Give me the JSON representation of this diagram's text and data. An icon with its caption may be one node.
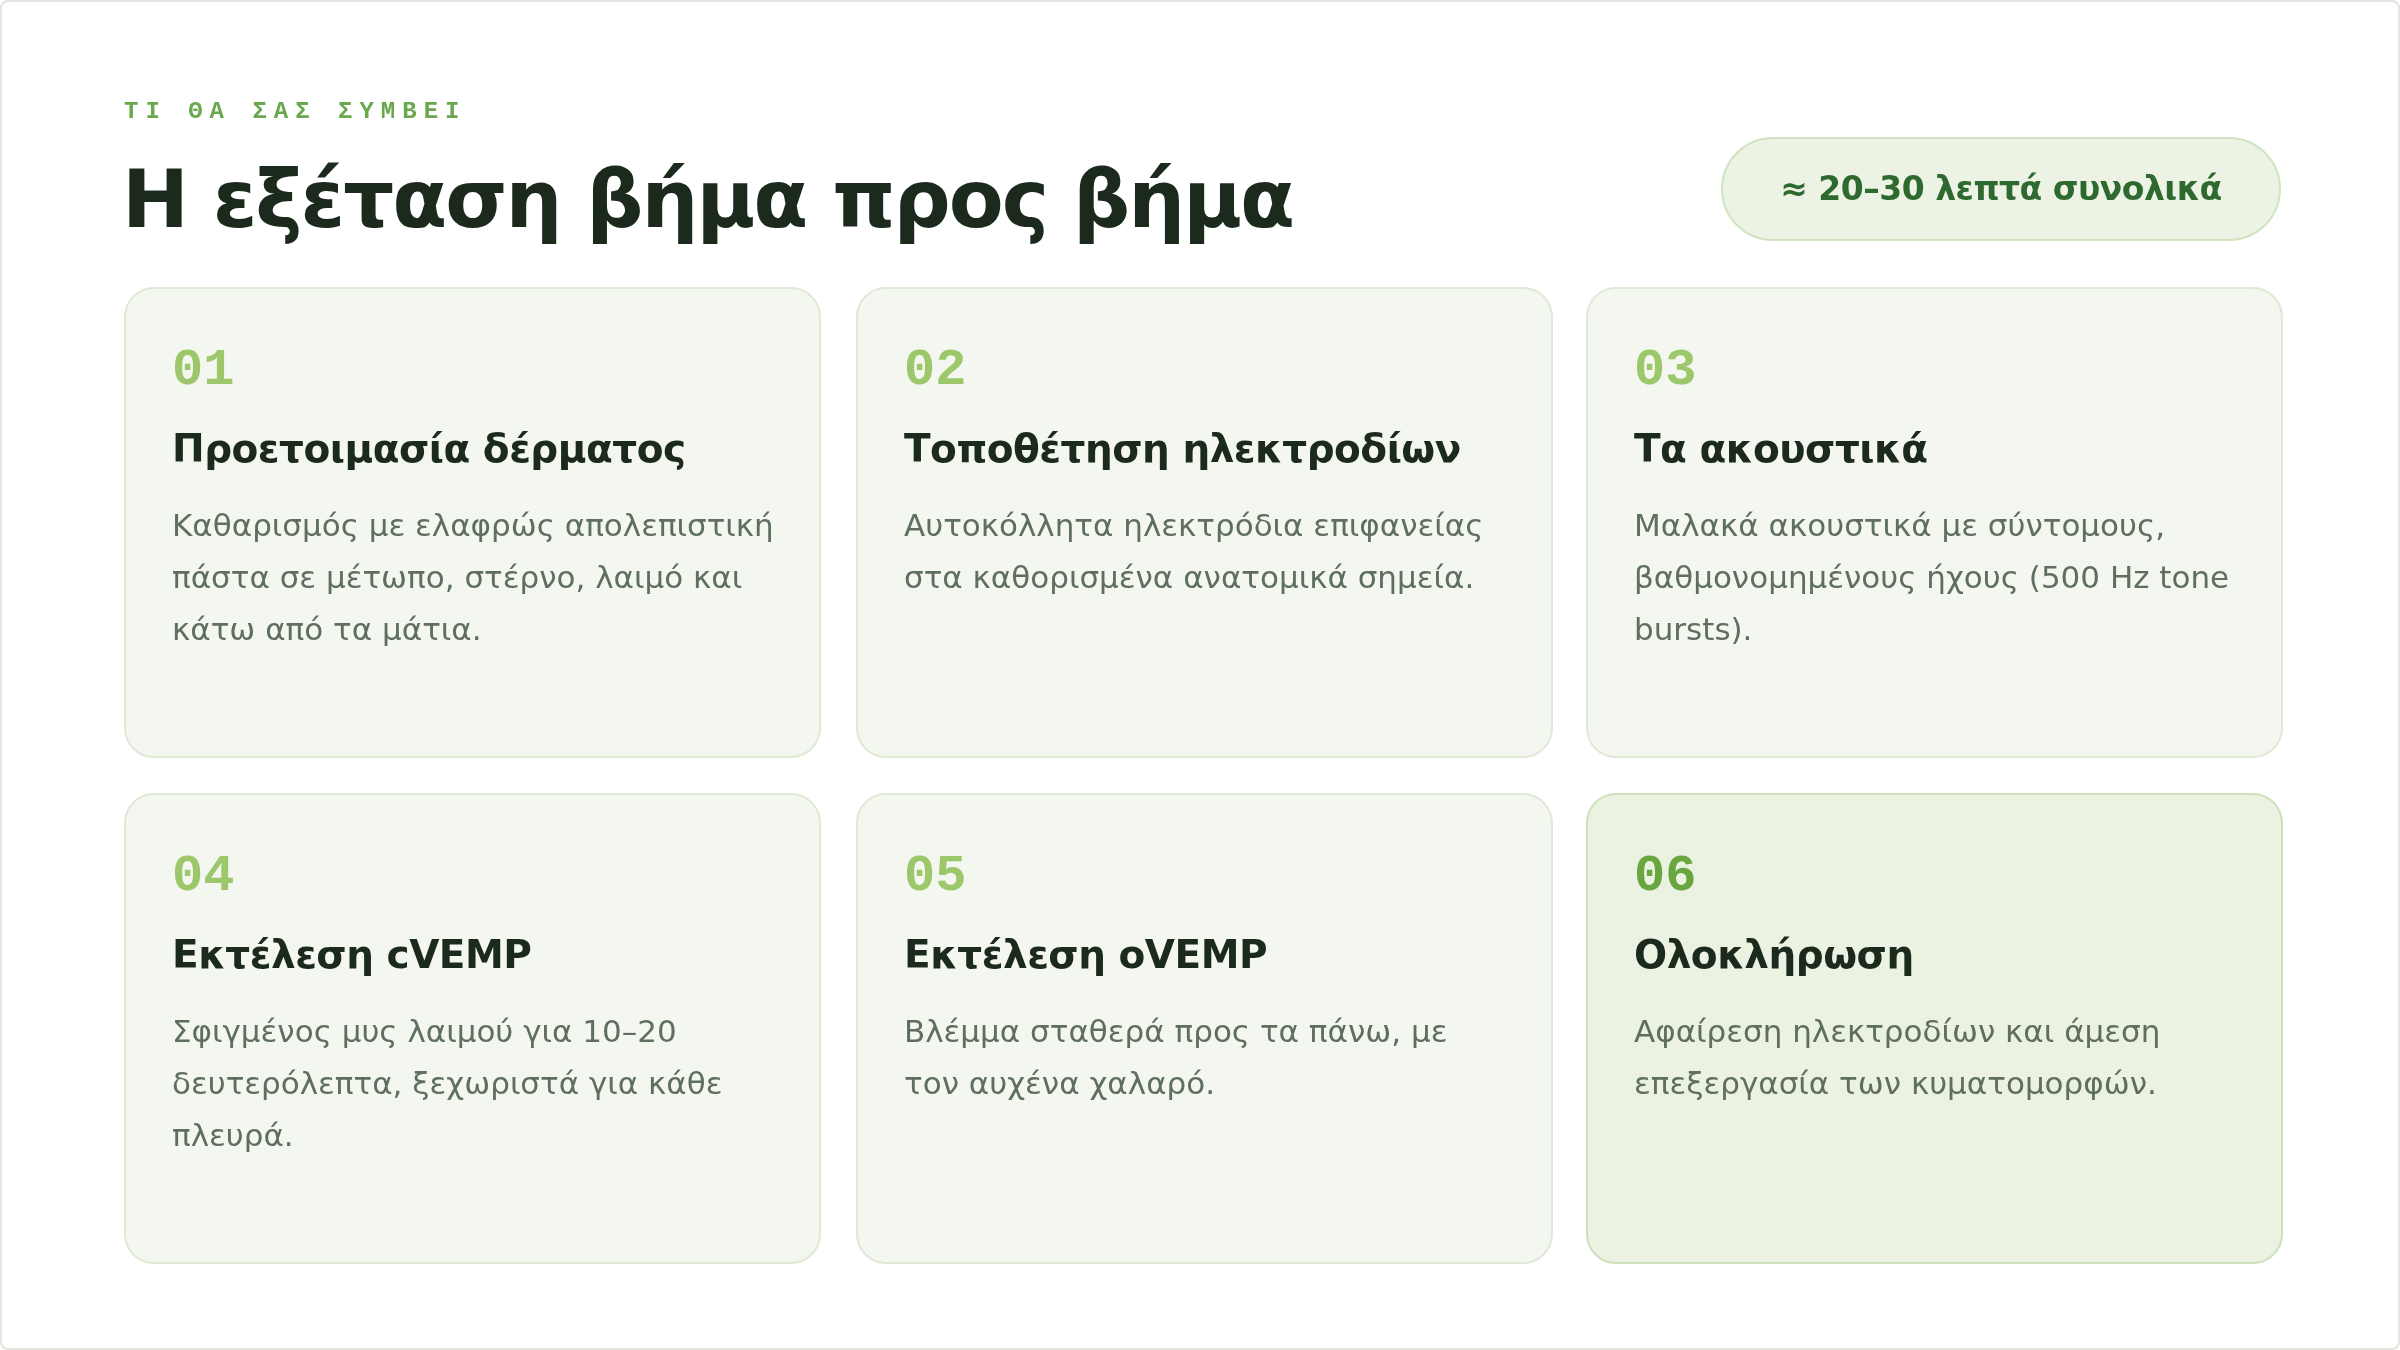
{
  "diagram": {
    "title": "Η εξέταση βήμα προς βήμα",
    "nodes": [
      {
        "text": [
          "≈ 20–30 λεπτά συνολικά"
        ]
      },
      {
        "text": [
          "01",
          "Προετοιμασία δέρματος",
          "Καθαρισμός με ελαφρώς απολεπιστική πάστα σε μέτωπο, στέρνο, λαιμό και κάτω από τα μάτια."
        ]
      },
      {
        "text": [
          "02",
          "Τοποθέτηση ηλεκτροδίων",
          "Αυτοκόλλητα ηλεκτρόδια επιφανείας στα καθορισμένα ανατομικά σημεία."
        ]
      },
      {
        "text": [
          "03",
          "Τα ακουστικά",
          "Μαλακά ακουστικά με σύντομους, βαθμονομημένους ήχους (500 Hz tone bursts)."
        ]
      },
      {
        "text": [
          "04",
          "Εκτέλεση cVEMP",
          "Σφιγμένος μυς λαιμού για 10–20 δευτερόλεπτα, ξεχωριστά για κάθε πλευρά."
        ]
      },
      {
        "text": [
          "05",
          "Εκτέλεση oVEMP",
          "Βλέμμα σταθερά προς τα πάνω, με τον αυχένα χαλαρό."
        ]
      },
      {
        "text": [
          "06",
          "Ολοκλήρωση",
          "Αφαίρεση ηλεκτροδίων και άμεση επεξεργασία των κυματομορφών."
        ]
      }
    ],
    "labels": [
      "ΤΙ ΘΑ ΣΑΣ ΣΥΜΒΕΙ"
    ]
  }
}
